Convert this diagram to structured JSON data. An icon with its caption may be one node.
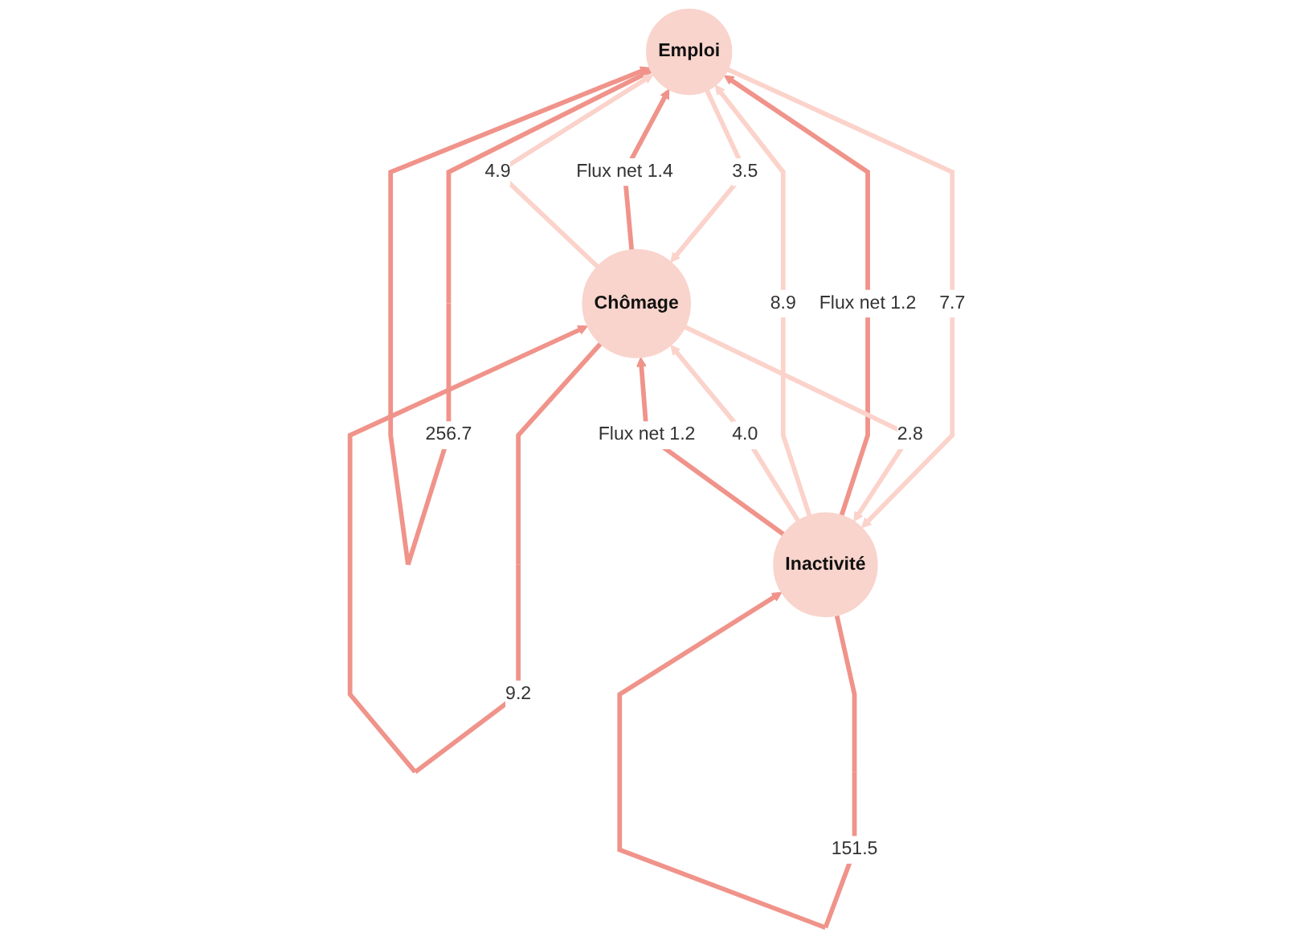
{
  "diagram": {
    "nodes": [
      {
        "text": [
          "Emploi"
        ]
      },
      {
        "text": [
          "Chômage"
        ]
      },
      {
        "text": [
          "Inactivité"
        ]
      }
    ],
    "edges": [
      {
        "from": 0,
        "to": 0,
        "arrow": "to",
        "label": "256.7"
      },
      {
        "from": 1,
        "to": 0,
        "arrow": "to",
        "label": "Flux net 1.4"
      },
      {
        "from": 2,
        "to": 0,
        "arrow": "to",
        "label": "Flux net 1.2"
      },
      {
        "from": 1,
        "to": 0,
        "arrow": "to",
        "label": "4.9",
        "color": "#fbd3cb"
      },
      {
        "from": 0,
        "to": 1,
        "arrow": "to",
        "label": "3.5",
        "color": "#fbd3cb"
      },
      {
        "from": 0,
        "to": 2,
        "arrow": "to",
        "label": "7.7",
        "color": "#fbd3cb"
      },
      {
        "from": 2,
        "to": 0,
        "arrow": "to",
        "label": "8.9",
        "color": "#fbd3cb"
      },
      {
        "from": 1,
        "to": 2,
        "arrow": "to",
        "label": "2.8",
        "color": "#fbd3cb"
      },
      {
        "from": 2,
        "to": 1,
        "arrow": "to",
        "label": "4.0",
        "color": "#fbd3cb"
      },
      {
        "from": 1,
        "to": 1,
        "arrow": "to",
        "label": "9.2"
      },
      {
        "from": 2,
        "to": 2,
        "arrow": "to",
        "label": "151.5"
      },
      {
        "from": 2,
        "to": 1,
        "arrow": "to",
        "label": "Flux net 1.2"
      }
    ]
  }
}
